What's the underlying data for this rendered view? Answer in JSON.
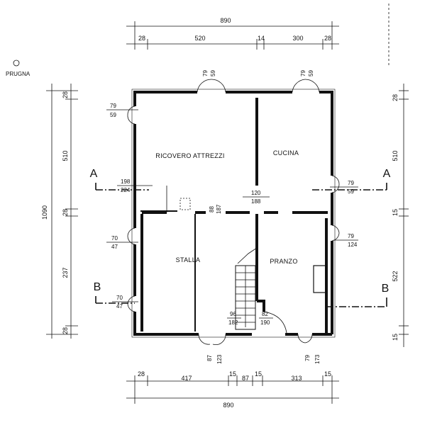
{
  "dims_top": {
    "total": "890",
    "seg": [
      "28",
      "520",
      "14",
      "300",
      "28"
    ]
  },
  "dims_bottom": {
    "total": "890",
    "seg": [
      "28",
      "417",
      "15",
      "87",
      "15",
      "313",
      "15"
    ]
  },
  "dims_left": {
    "total": "1090",
    "seg": [
      "28",
      "510",
      "28",
      "237",
      "28"
    ]
  },
  "dims_right": {
    "seg": [
      "28",
      "510",
      "15",
      "522",
      "15"
    ]
  },
  "tree_label": "PRUGNA",
  "rooms": {
    "ricovero": "RICOVERO ATTREZZI",
    "cucina": "CUCINA",
    "stalla": "STALLA",
    "pranzo": "PRANZO"
  },
  "sections": {
    "a": "A",
    "b": "B"
  },
  "openings": {
    "top1": [
      "79",
      "59"
    ],
    "top2": [
      "79",
      "59"
    ],
    "left1": [
      "79",
      "59"
    ],
    "left_door": [
      "198",
      "224"
    ],
    "center": [
      "120",
      "188"
    ],
    "mid": [
      "88",
      "187"
    ],
    "left2": [
      "70",
      "47"
    ],
    "left3": [
      "70",
      "47"
    ],
    "right1": [
      "79",
      "59"
    ],
    "right2": [
      "79",
      "124"
    ],
    "stair": [
      "96",
      "182"
    ],
    "door": [
      "82",
      "190"
    ],
    "bot1": [
      "87",
      "123"
    ],
    "bot2": [
      "79",
      "173"
    ]
  }
}
